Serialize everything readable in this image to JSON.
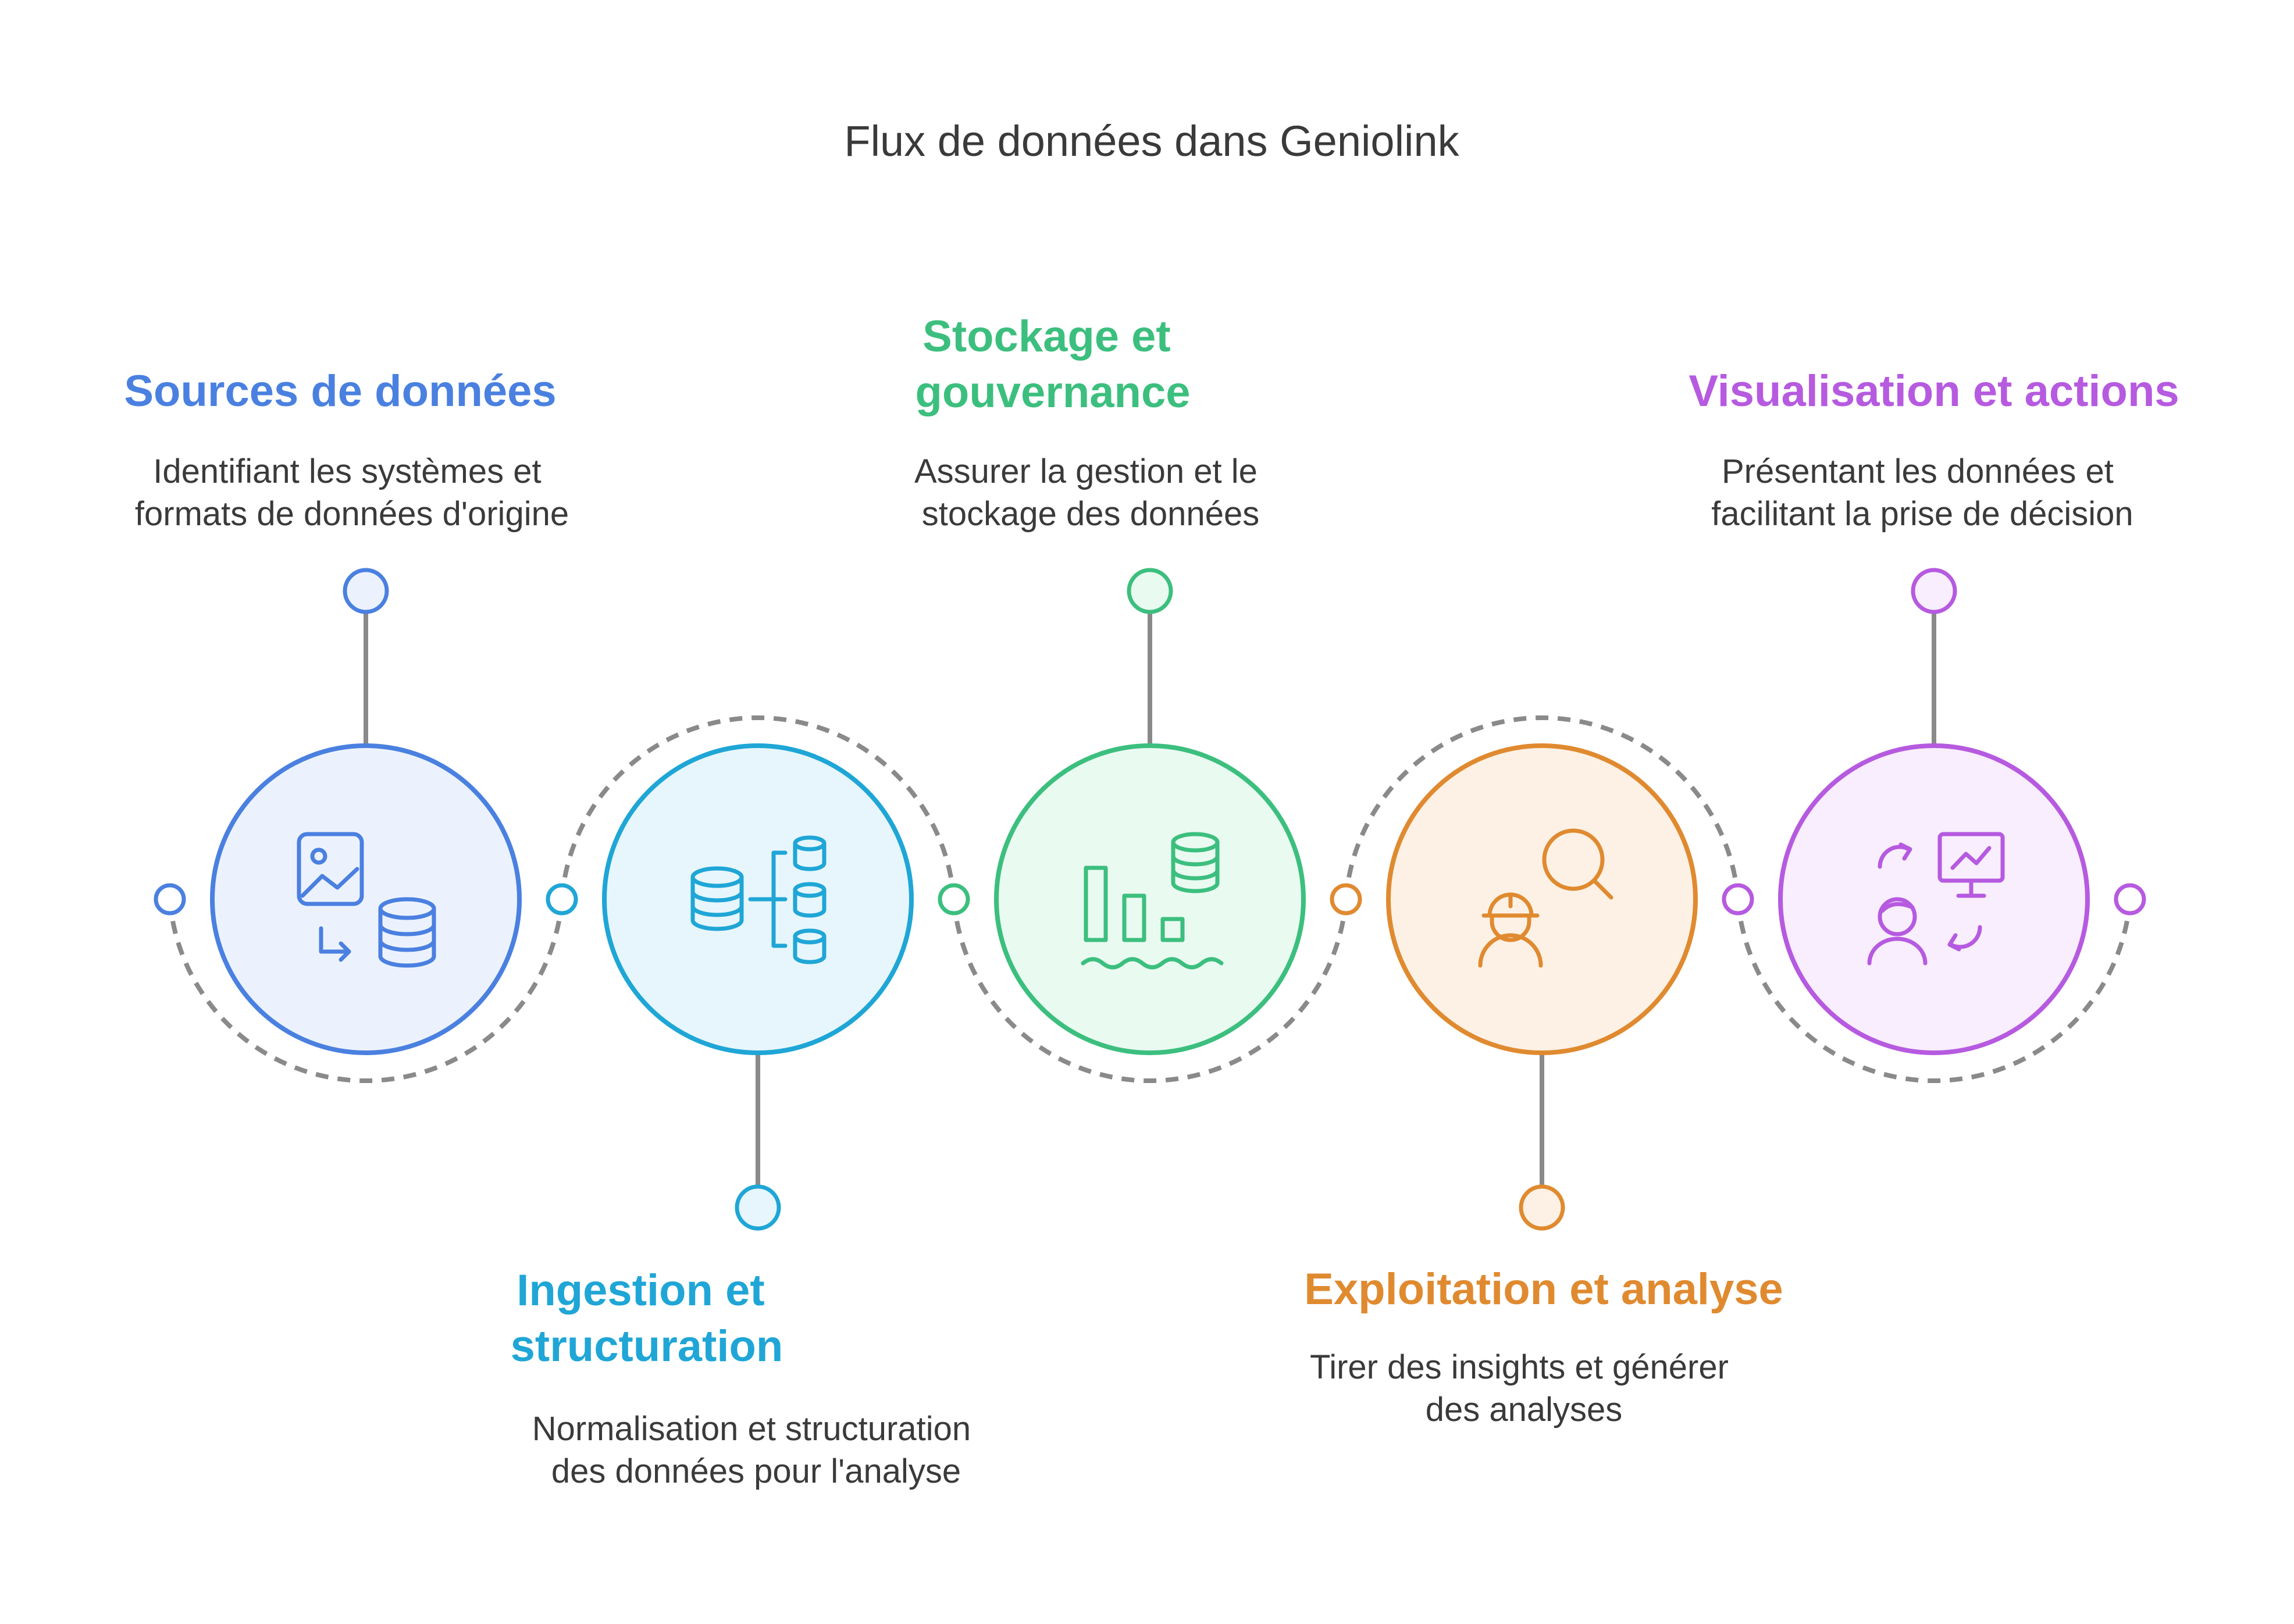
{
  "title": "Flux de données dans Geniolink",
  "colors": {
    "blue": "#4a80e0",
    "cyan": "#1fa6d6",
    "green": "#3cbf7e",
    "orange": "#e08a30",
    "purple": "#b65ae0",
    "connector": "#888888",
    "title": "#3a3a3a"
  },
  "steps": [
    {
      "title_lines": [
        "Sources de données"
      ],
      "desc_lines": [
        "Identifiant les systèmes et",
        "formats de données d'origine"
      ],
      "color": "#4a80e0",
      "fill": "#ecf2fd",
      "icon": "image-to-database-icon"
    },
    {
      "title_lines": [
        "Ingestion et",
        "structuration"
      ],
      "desc_lines": [
        "Normalisation et structuration",
        "des données pour l'analyse"
      ],
      "color": "#1fa6d6",
      "fill": "#e7f6fc",
      "icon": "database-hierarchy-icon"
    },
    {
      "title_lines": [
        "Stockage et",
        "gouvernance"
      ],
      "desc_lines": [
        "Assurer la gestion et le",
        "stockage des données"
      ],
      "color": "#3cbf7e",
      "fill": "#e9faf1",
      "icon": "data-lake-icon"
    },
    {
      "title_lines": [
        "Exploitation et analyse"
      ],
      "desc_lines": [
        "Tirer des insights et générer",
        "des analyses"
      ],
      "color": "#e08a30",
      "fill": "#fdf1e5",
      "icon": "engineer-search-icon"
    },
    {
      "title_lines": [
        "Visualisation et actions"
      ],
      "desc_lines": [
        "Présentant les données et",
        "facilitant la prise de décision"
      ],
      "color": "#b65ae0",
      "fill": "#f8eefd",
      "icon": "user-dashboard-icon"
    }
  ]
}
